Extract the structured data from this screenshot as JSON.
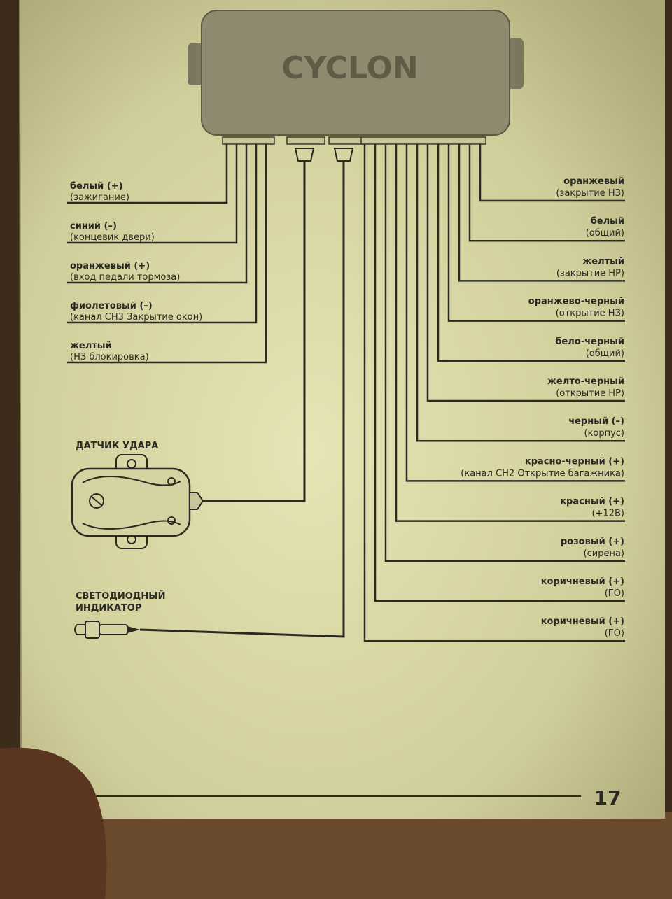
{
  "unit": {
    "brand": "CYCLON"
  },
  "left_wires": [
    {
      "color_name": "белый (+)",
      "function": "(зажигание)"
    },
    {
      "color_name": "синий (–)",
      "function": "(концевик двери)"
    },
    {
      "color_name": "оранжевый (+)",
      "function": "(вход педали тормоза)"
    },
    {
      "color_name": "фиолетовый (–)",
      "function": "(канал СН3 Закрытие окон)"
    },
    {
      "color_name": "желтый",
      "function": "(НЗ блокировка)"
    }
  ],
  "right_wires": [
    {
      "color_name": "оранжевый",
      "function": "(закрытие НЗ)"
    },
    {
      "color_name": "белый",
      "function": "(общий)"
    },
    {
      "color_name": "желтый",
      "function": "(закрытие НР)"
    },
    {
      "color_name": "оранжево-черный",
      "function": "(открытие НЗ)"
    },
    {
      "color_name": "бело-черный",
      "function": "(общий)"
    },
    {
      "color_name": "желто-черный",
      "function": "(открытие НР)"
    },
    {
      "color_name": "черный (–)",
      "function": "(корпус)"
    },
    {
      "color_name": "красно-черный (+)",
      "function": "(канал СН2 Открытие багажника)"
    },
    {
      "color_name": "красный (+)",
      "function": "(+12В)"
    },
    {
      "color_name": "розовый (+)",
      "function": "(сирена)"
    },
    {
      "color_name": "коричневый (+)",
      "function": "(ГО)"
    },
    {
      "color_name": "коричневый (+)",
      "function": "(ГО)"
    }
  ],
  "shock_sensor": {
    "title": "ДАТЧИК УДАРА"
  },
  "led_indicator": {
    "title_line1": "СВЕТОДИОДНЫЙ",
    "title_line2": "ИНДИКАТОР"
  },
  "page_number": "17",
  "colors": {
    "paper": "#d8d6a4",
    "ink": "#2a2a22",
    "unit_body": "#8e8a70"
  }
}
